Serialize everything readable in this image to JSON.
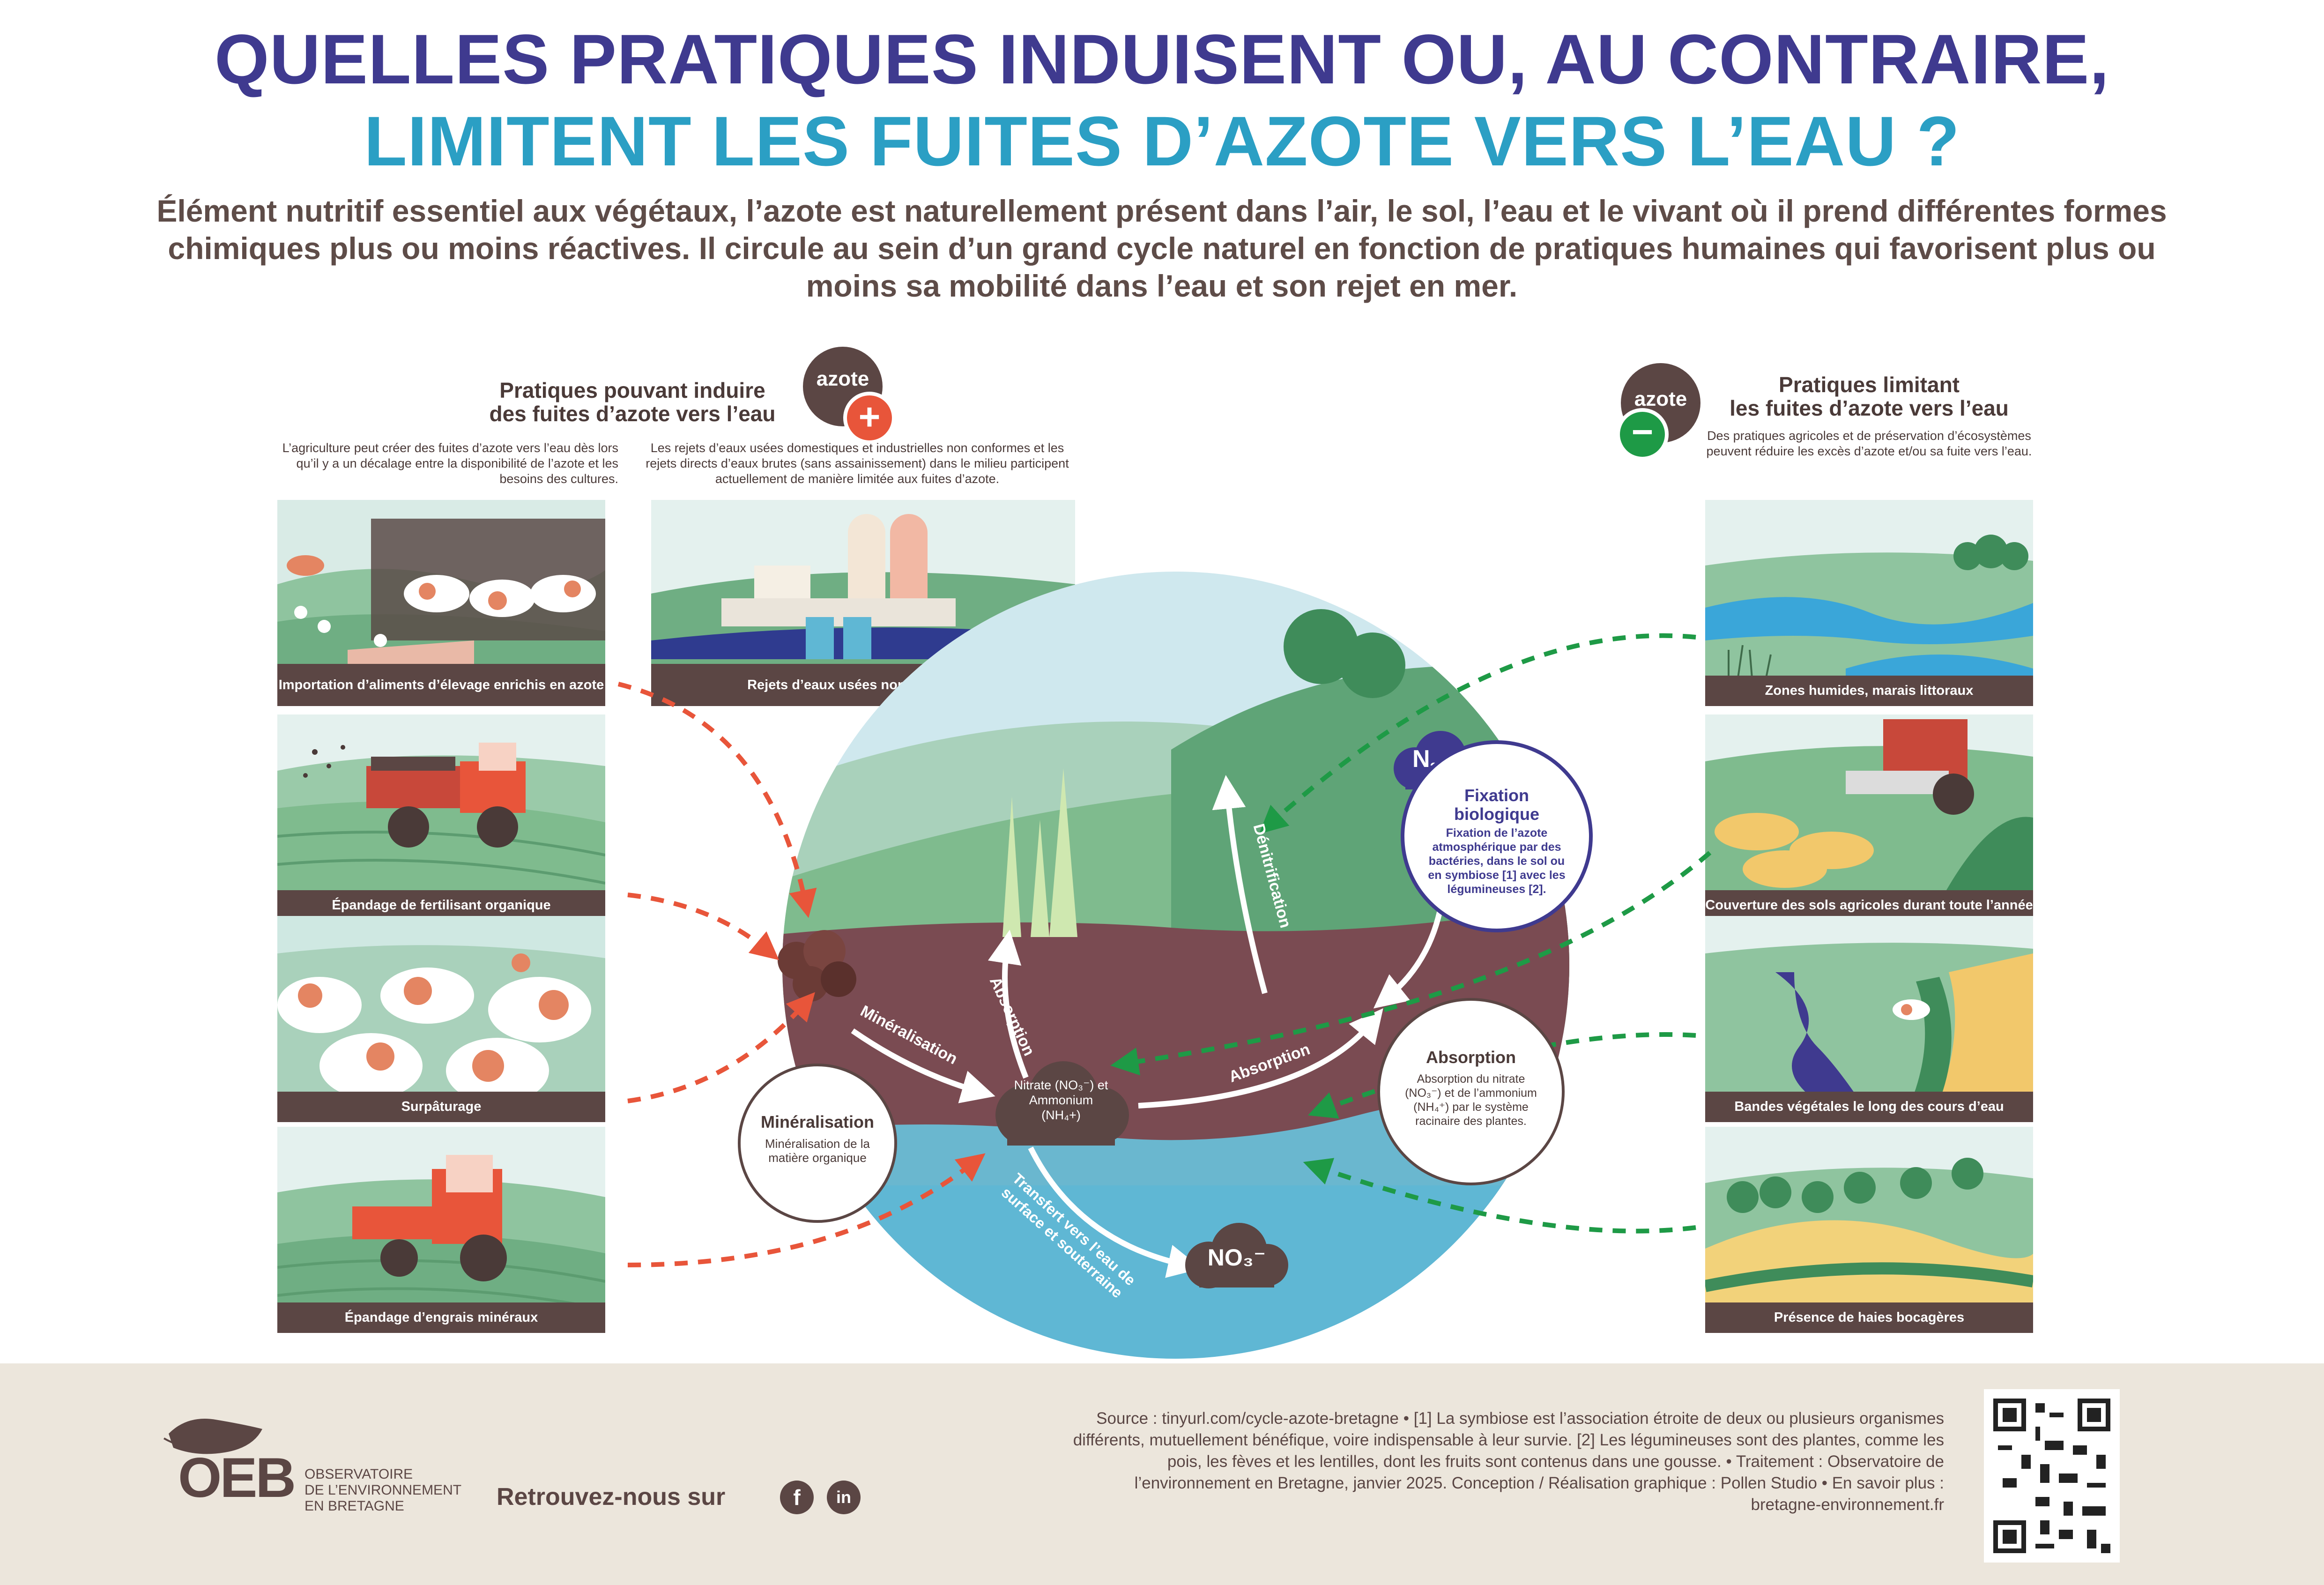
{
  "title": {
    "line1": "QUELLES PRATIQUES INDUISENT OU, AU CONTRAIRE,",
    "line2": "LIMITENT LES FUITES D’AZOTE VERS L’EAU ?"
  },
  "intro": "Élément nutritif essentiel aux végétaux, l’azote est naturellement présent dans l’air, le sol, l’eau et le vivant où il prend différentes formes chimiques plus ou moins réactives. Il circule au sein d’un grand cycle naturel en fonction de pratiques humaines qui favorisent plus ou moins sa mobilité dans l’eau et son rejet en mer.",
  "left_section": {
    "title_l1": "Pratiques pouvant induire",
    "title_l2": "des fuites d’azote vers l’eau",
    "badge": "azote",
    "badge_sign": "+",
    "desc_agri": "L’agriculture peut créer des fuites d’azote vers l’eau dès lors qu’il y a un décalage entre la disponibilité de l’azote et les besoins des cultures.",
    "desc_rejets": "Les rejets d’eaux usées domestiques et industrielles non conformes et les rejets directs d’eaux brutes (sans assainissement) dans le milieu participent actuellement de manière limitée aux fuites d’azote.",
    "tiles": [
      {
        "caption": "Importation d’aliments d’élevage enrichis en azote"
      },
      {
        "caption": "Épandage de fertilisant organique"
      },
      {
        "caption": "Surpâturage"
      },
      {
        "caption": "Épandage d’engrais minéraux"
      },
      {
        "caption": "Rejets d’eaux usées non conformes"
      }
    ]
  },
  "right_section": {
    "title_l1": "Pratiques limitant",
    "title_l2": "les fuites d’azote vers l’eau",
    "badge": "azote",
    "badge_sign": "−",
    "desc": "Des pratiques agricoles et de préservation d’écosystèmes peuvent réduire les excès d’azote et/ou sa fuite vers l’eau.",
    "tiles": [
      {
        "caption": "Zones humides, marais littoraux"
      },
      {
        "caption": "Couverture des sols agricoles durant toute l’année"
      },
      {
        "caption": "Bandes végétales le long des cours d’eau"
      },
      {
        "caption": "Présence de haies bocagères"
      }
    ]
  },
  "cycle": {
    "n2": "N",
    "n2_sub": "2",
    "fixation_title": "Fixation biologique",
    "fixation_text": "Fixation de l’azote atmosphérique par des bactéries, dans le sol ou en symbiose [1] avec les légumineuses [2].",
    "absorption_title": "Absorption",
    "absorption_text": "Absorption du nitrate (NO₃⁻) et de l’ammonium (NH₄⁺) par le système racinaire des plantes.",
    "mineralisation_title": "Minéralisation",
    "mineralisation_text": "Minéralisation de la matière organique",
    "center_text": "Nitrate (NO₃⁻) et Ammonium (NH₄+)",
    "no3": "NO₃⁻",
    "arrow_denitrification": "Dénitrification",
    "arrow_absorption_left": "Absorption",
    "arrow_absorption_right": "Absorption",
    "arrow_mineralisation": "Minéralisation",
    "arrow_transfert": "Transfert vers l’eau de surface et souterraine"
  },
  "footer": {
    "logo": "OEB",
    "org_l1": "OBSERVATOIRE",
    "org_l2": "DE L’ENVIRONNEMENT",
    "org_l3": "EN BRETAGNE",
    "follow": "Retrouvez-nous sur",
    "facebook": "f",
    "linkedin": "in",
    "source": "Source : tinyurl.com/cycle-azote-bretagne • [1] La symbiose est l’association étroite de deux ou plusieurs organismes différents, mutuellement bénéfique, voire indispensable à leur survie. [2] Les légumineuses sont des plantes, comme les pois, les fèves et les lentilles, dont les fruits sont contenus dans une gousse. • Traitement : Observatoire de l’environnement en Bretagne, janvier 2025. Conception / Réalisation graphique : Pollen Studio • En savoir plus : bretagne-environnement.fr"
  },
  "colors": {
    "title_purple": "#3f3a8f",
    "title_blue": "#2b9fc4",
    "caption_bg": "#5b4644",
    "plus_red": "#e8553a",
    "minus_green": "#1e9a46",
    "soil": "#7a4b52",
    "water": "#5fb7d4",
    "fixation_border": "#3f3a8f"
  }
}
